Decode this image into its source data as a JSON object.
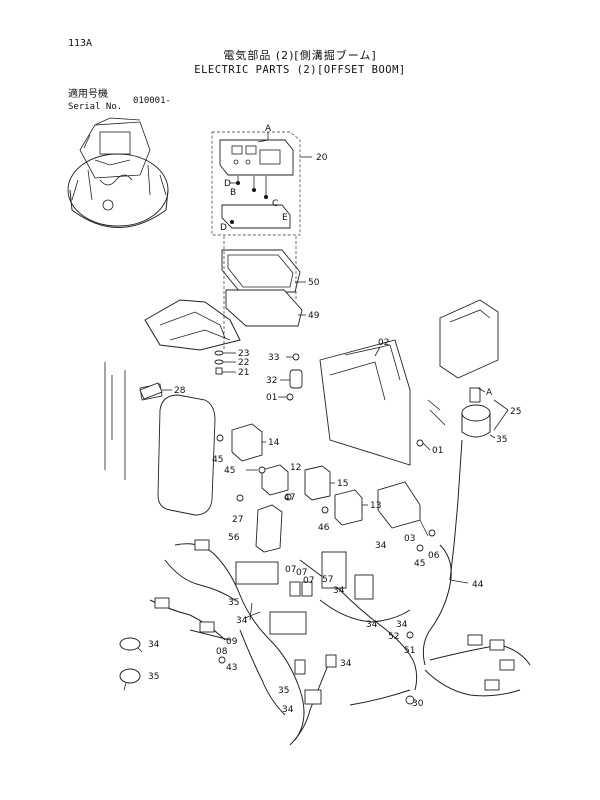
{
  "header": {
    "page_number": "113A",
    "title_jp": "電気部品 (2)[側溝掘ブーム]",
    "title_en": "ELECTRIC PARTS (2)[OFFSET BOOM]",
    "serial_label_jp": "適用号機",
    "serial_label_en": "Serial No.",
    "serial_value": "010001-"
  },
  "callouts": {
    "c20": "20",
    "cA": "A",
    "cB": "B",
    "cC": "C",
    "cD1": "D",
    "cD2": "D",
    "cE": "E",
    "c50": "50",
    "c49": "49",
    "c23": "23",
    "c22": "22",
    "c21": "21",
    "c33": "33",
    "c32": "32",
    "c01a": "01",
    "c02": "02",
    "c28": "28",
    "c14": "14",
    "c45a": "45",
    "c45b": "45",
    "c12": "12",
    "c47": "47",
    "c15": "15",
    "c46": "46",
    "c13": "13",
    "c27": "27",
    "c56": "56",
    "c01b": "01",
    "cA2": "A",
    "c25": "25",
    "c35a": "35",
    "c03": "03",
    "c45c": "45",
    "c06": "06",
    "c34a": "34",
    "c07a": "07",
    "c07b": "07",
    "c07c": "07",
    "c57": "57",
    "c34b": "34",
    "c44": "44",
    "c35b": "35",
    "c34c": "34",
    "c34d": "34",
    "c34e": "34",
    "c52": "52",
    "c51": "51",
    "c09": "09",
    "c08": "08",
    "c43": "43",
    "c34f": "34",
    "c35c": "35",
    "c35d": "35",
    "c34g": "34",
    "c34h": "34",
    "c30": "30"
  }
}
